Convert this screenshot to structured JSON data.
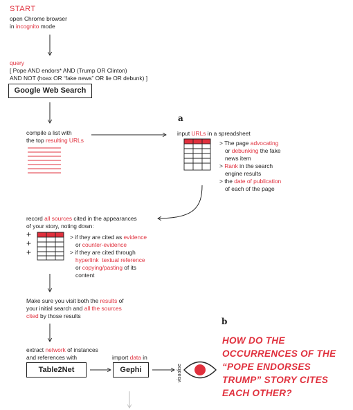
{
  "start": {
    "label": "START",
    "line1": "open Chrome browser",
    "line2_pre": "in ",
    "line2_hl": "incognito",
    "line2_post": " mode"
  },
  "query": {
    "label": "query",
    "line1": "[ Pope AND endors* AND (Trump OR Clinton)",
    "line2": "AND NOT (hoax OR “fake news” OR lie OR debunk) ]"
  },
  "google_button": "Google Web Search",
  "compile": {
    "line1": "compile a list with",
    "line2_pre": "the top ",
    "line2_hl": "resulting URLs"
  },
  "step_a": {
    "letter": "a",
    "title_pre": "input ",
    "title_hl": "URLs",
    "title_post": " in a spreadsheet",
    "bullets": {
      "b1_l1_pre": "> The page ",
      "b1_l1_hl": "advocating",
      "b1_l2_pre": "or ",
      "b1_l2_hl": "debunking",
      "b1_l2_post": " the fake",
      "b1_l3": "news item",
      "b2_l1_pre": "> ",
      "b2_l1_hl": "Rank",
      "b2_l1_post": " in the search",
      "b2_l2": "engine results",
      "b3_l1_pre": "> the ",
      "b3_l1_hl": "date of publication",
      "b3_l2": "of each of the page"
    }
  },
  "record": {
    "line1_pre": "record ",
    "line1_hl": "all sources",
    "line1_post": " cited in the appearances",
    "line2": "of your story, noting down:",
    "plus": "+",
    "b1_pre": "> if they are cited as ",
    "b1_hl": "evidence",
    "b1b_pre": "or ",
    "b1b_hl": "counter-evidence",
    "b2": "> if they are cited through",
    "b2b_hl1": "hyperlink",
    "b2b_sep": "  ",
    "b2b_hl2": "textual reference",
    "b2c_pre": "or ",
    "b2c_hl": "copying/pasting",
    "b2c_post": " of its",
    "b2d": "content"
  },
  "visit": {
    "line1_pre": "Make sure you visit both the ",
    "line1_hl": "results",
    "line1_post": " of",
    "line2_pre": "your initial search and ",
    "line2_hl": "all the sources",
    "line3_hl": "cited",
    "line3_post": " by those results"
  },
  "extract": {
    "line1_pre": "extract ",
    "line1_hl": "network",
    "line1_post": " of instances",
    "line2": "and references with",
    "button": "Table2Net"
  },
  "import": {
    "pre": "import ",
    "hl": "data",
    "post": " in",
    "button": "Gephi"
  },
  "visualise": "visualise",
  "step_b": {
    "letter": "b",
    "q1": "HOW DO THE",
    "q2": "OCCURRENCES OF THE",
    "q3": "“POPE ENDORSES",
    "q4": "TRUMP” STORY CITES",
    "q5": "EACH OTHER?"
  },
  "colors": {
    "accent": "#e0303d",
    "ink": "#222222",
    "faint": "#bbbbbb"
  }
}
